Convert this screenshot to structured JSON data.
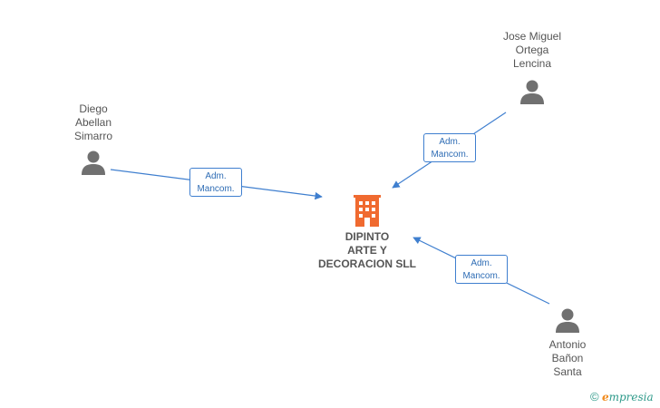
{
  "diagram": {
    "company": {
      "name": "DIPINTO\nARTE Y\nDECORACION SLL",
      "icon": "building-icon",
      "color": "#f06a30"
    },
    "people": [
      {
        "id": "p1",
        "name": "Diego\nAbellan\nSimarro",
        "icon": "person-icon"
      },
      {
        "id": "p2",
        "name": "Jose Miguel\nOrtega\nLencina",
        "icon": "person-icon"
      },
      {
        "id": "p3",
        "name": "Antonio\nBañon\nSanta",
        "icon": "person-icon"
      }
    ],
    "relations": [
      {
        "from": "p1",
        "to": "company",
        "label": "Adm.\nMancom."
      },
      {
        "from": "p2",
        "to": "company",
        "label": "Adm.\nMancom."
      },
      {
        "from": "p3",
        "to": "company",
        "label": "Adm.\nMancom."
      }
    ],
    "edge_color": "#3f7fcf",
    "person_icon_color": "#707070"
  },
  "brand": {
    "copyright_symbol": "©",
    "logo_first_letter": "e",
    "logo_rest": "mpresia"
  }
}
